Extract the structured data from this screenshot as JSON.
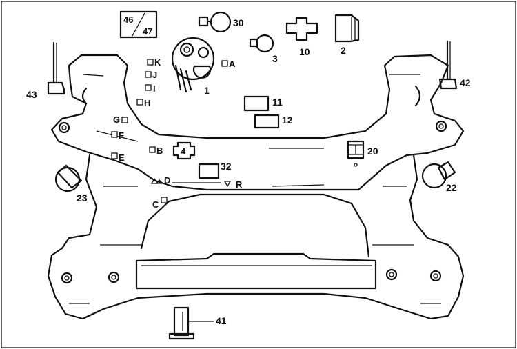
{
  "callouts": {
    "n46_47_top": "46",
    "n46_47_bottom": "47",
    "n30": "30",
    "n10": "10",
    "n2": "2",
    "n3": "3",
    "n1": "1",
    "n43": "43",
    "n42": "42",
    "n11": "11",
    "n12": "12",
    "n4": "4",
    "n20": "20",
    "n32": "32",
    "n23": "23",
    "n22": "22",
    "n41": "41"
  },
  "letters": {
    "A": "A",
    "B": "B",
    "C": "C",
    "D": "D",
    "E": "E",
    "F": "F",
    "G": "G",
    "H": "H",
    "I": "I",
    "J": "J",
    "K": "K",
    "R": "R"
  },
  "colors": {
    "ink": "#111111",
    "paper": "#ffffff"
  }
}
